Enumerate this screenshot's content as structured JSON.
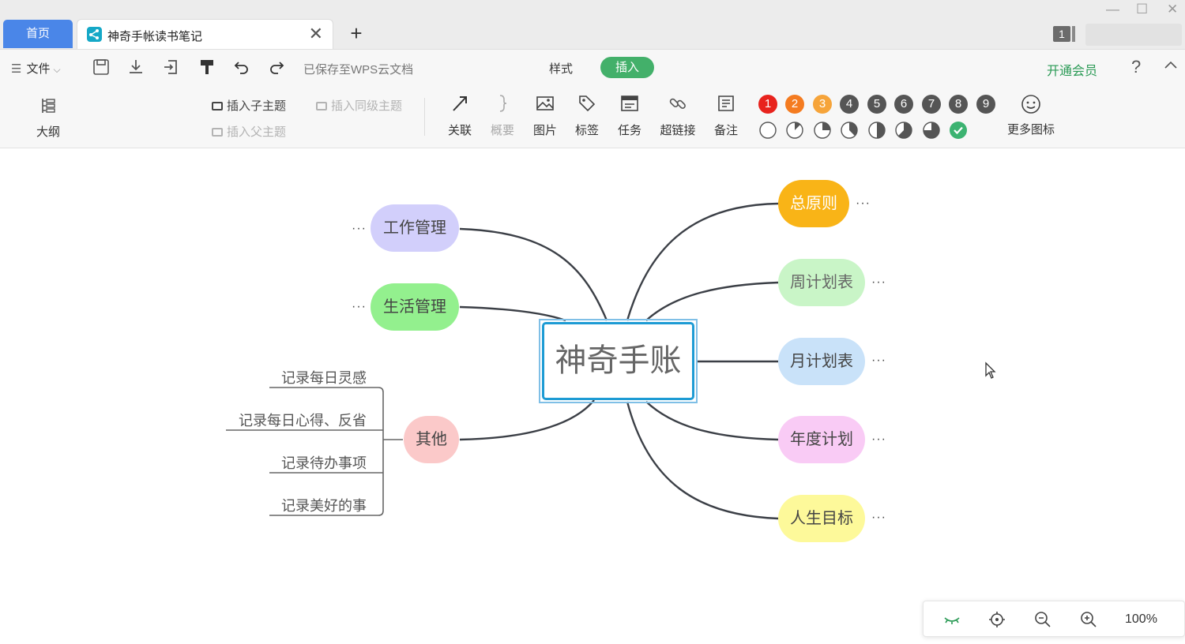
{
  "tabs": {
    "home_label": "首页",
    "doc_title": "神奇手帐读书笔记",
    "close_glyph": "✕",
    "add_glyph": "+"
  },
  "window": {
    "badge": "1",
    "minimize_glyph": "—",
    "maximize_glyph": "☐",
    "close_glyph": "✕"
  },
  "menu": {
    "hamburger_glyph": "☰",
    "file_label": "文件",
    "file_chevron": "⌵",
    "saved_status": "已保存至WPS云文档",
    "tab_style": "样式",
    "tab_insert": "插入",
    "vip_label": "开通会员",
    "help_glyph": "?"
  },
  "ribbon": {
    "outline_label": "大纲",
    "insert_child": "插入子主题",
    "insert_sibling": "插入同级主题",
    "insert_parent": "插入父主题",
    "relation": "关联",
    "summary": "概要",
    "image": "图片",
    "tag": "标签",
    "task": "任务",
    "hyperlink": "超链接",
    "note": "备注",
    "more_icons": "更多图标",
    "priorities": [
      "1",
      "2",
      "3",
      "4",
      "5",
      "6",
      "7",
      "8",
      "9"
    ],
    "priority_colors": [
      "#e8231d",
      "#f47b20",
      "#f6a43a",
      "#555555",
      "#555555",
      "#555555",
      "#555555",
      "#555555",
      "#555555"
    ],
    "progress_icons": [
      "progress-0-icon",
      "progress-12-icon",
      "progress-25-icon",
      "progress-37-icon",
      "progress-50-icon",
      "progress-62-icon",
      "progress-75-icon",
      "progress-87-icon",
      "progress-done-icon"
    ]
  },
  "mindmap": {
    "root": "神奇手账",
    "left_branches": [
      "工作管理",
      "生活管理",
      "其他"
    ],
    "right_branches": [
      "总原则",
      "周计划表",
      "月计划表",
      "年度计划",
      "人生目标"
    ],
    "other_children": [
      "记录每日灵感",
      "记录每日心得、反省",
      "记录待办事项",
      "记录美好的事"
    ],
    "collapsed_marker": "···",
    "colors": {
      "工作管理": "#d2cffb",
      "生活管理": "#93f08e",
      "其他": "#fbc9c9",
      "总原则": "#f9b417",
      "周计划表": "#c9f5c7",
      "月计划表": "#c9e2f9",
      "年度计划": "#f9cbf5",
      "人生目标": "#fdf99a",
      "root_border": "#1d9bd4",
      "link": "#3b3f46"
    }
  },
  "zoom": {
    "level": "100%",
    "icons": [
      "eye-closed-icon",
      "locate-icon",
      "zoom-out-icon",
      "zoom-in-icon"
    ]
  }
}
